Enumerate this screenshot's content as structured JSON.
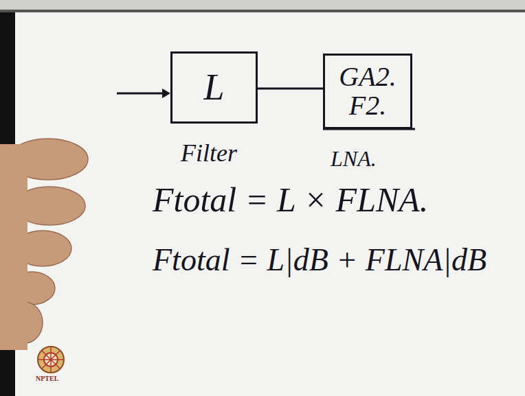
{
  "diagram": {
    "nodes": [
      {
        "text": [
          "L",
          "Filter"
        ]
      },
      {
        "text": [
          "GA2.",
          "F2.",
          "LNA."
        ]
      }
    ],
    "edges": [
      {
        "from": 0,
        "to": 1,
        "arrow": "none"
      }
    ],
    "labels": [
      "Ftotal = L × FLNA.",
      "Ftotal = L|dB + FLNA|dB",
      "NPTEL"
    ]
  }
}
